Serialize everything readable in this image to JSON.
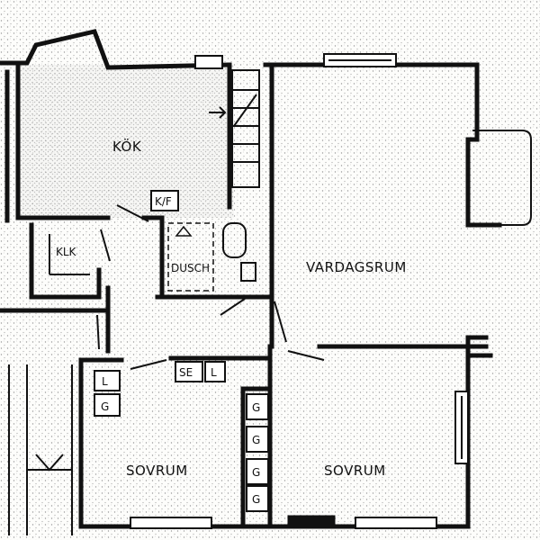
{
  "rooms": {
    "kok": "KÖK",
    "vardagsrum": "VARDAGSRUM",
    "sovrum_left": "SOVRUM",
    "sovrum_right": "SOVRUM",
    "dusch": "DUSCH",
    "klk": "KLK",
    "kf": "K/F"
  },
  "storage": {
    "se": "SE",
    "l_upper": "L",
    "l_left": "L",
    "g_left": "G",
    "g_column": [
      "G",
      "G",
      "G",
      "G"
    ]
  },
  "colors": {
    "ink": "#111111",
    "speckle": "#9a9a9a",
    "paper": "#fdfdfb"
  }
}
